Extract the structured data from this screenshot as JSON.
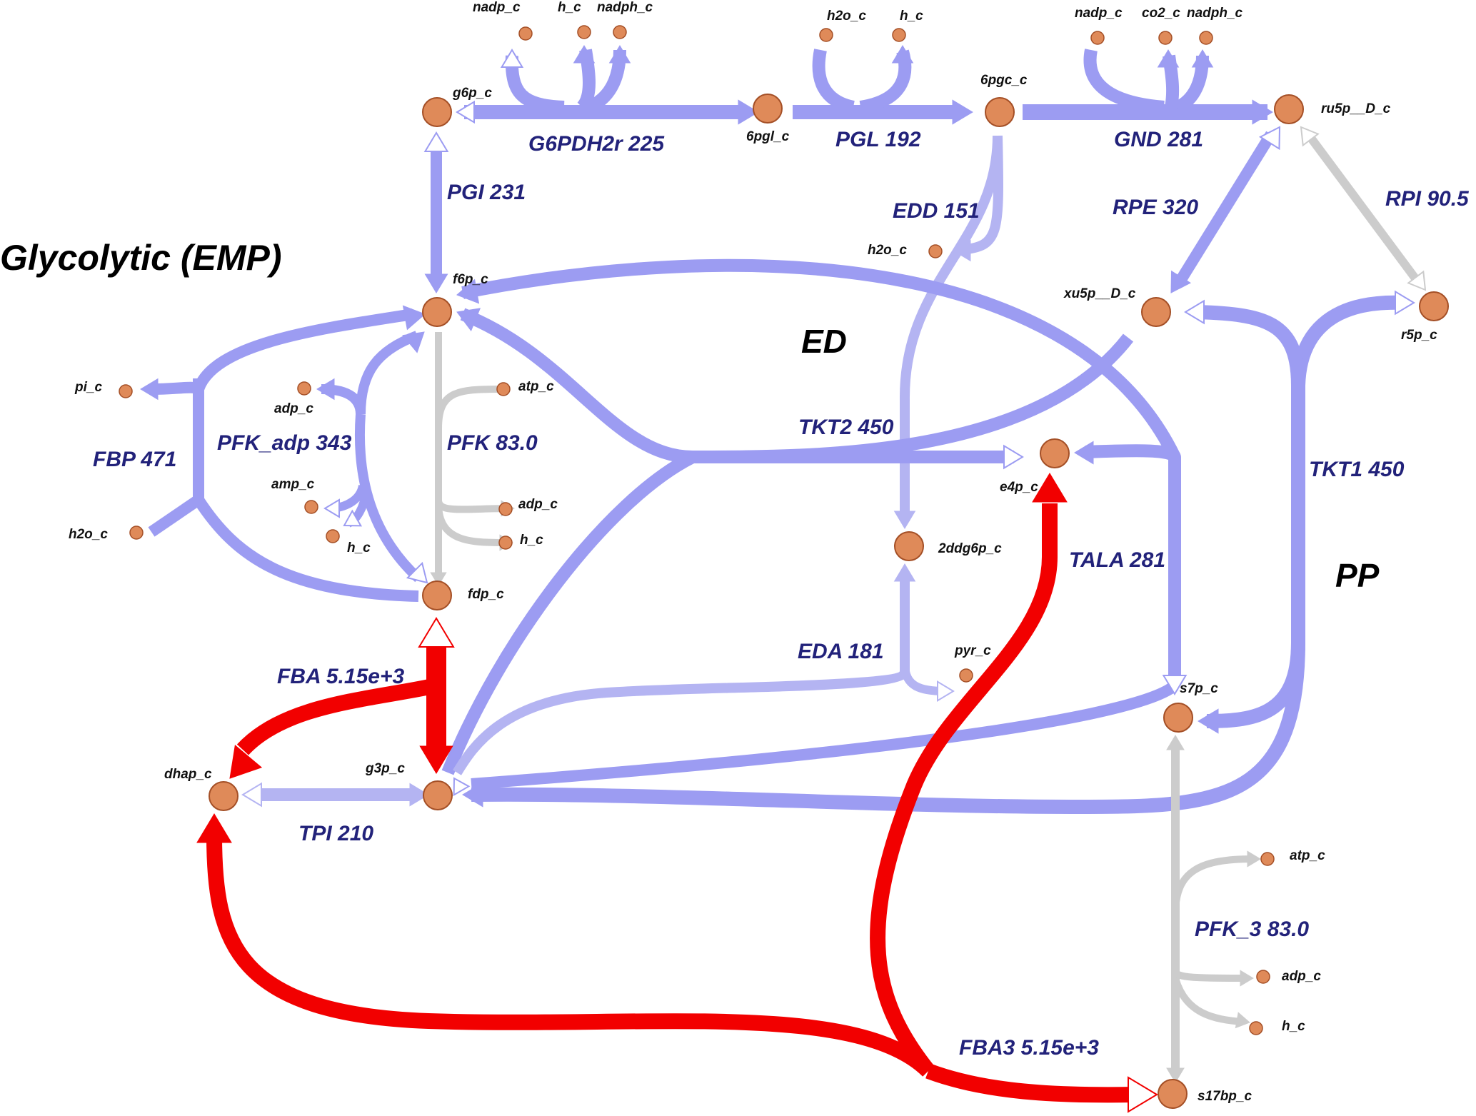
{
  "title": "Glycolytic (EMP)",
  "regions": [
    "ED",
    "PP"
  ],
  "colors": {
    "blue_flux": "#9c9cf2",
    "light_blue_flux": "#b4b4f2",
    "gray_flux": "#cccccc",
    "red_flux": "#f20000",
    "metabolite_fill": "#df8a59",
    "metabolite_stroke": "#a44f26",
    "reaction_label": "#22227a"
  },
  "reactions": [
    {
      "id": "G6PDH2r",
      "label": "G6PDH2r 225",
      "color": "blue"
    },
    {
      "id": "PGL",
      "label": "PGL 192",
      "color": "blue"
    },
    {
      "id": "GND",
      "label": "GND 281",
      "color": "blue"
    },
    {
      "id": "PGI",
      "label": "PGI 231",
      "color": "blue"
    },
    {
      "id": "EDD",
      "label": "EDD 151",
      "color": "light-blue"
    },
    {
      "id": "RPE",
      "label": "RPE 320",
      "color": "blue"
    },
    {
      "id": "RPI",
      "label": "RPI 90.5",
      "color": "gray"
    },
    {
      "id": "FBP",
      "label": "FBP 471",
      "color": "blue"
    },
    {
      "id": "PFK_adp",
      "label": "PFK_adp 343",
      "color": "blue"
    },
    {
      "id": "PFK",
      "label": "PFK 83.0",
      "color": "gray"
    },
    {
      "id": "TKT2",
      "label": "TKT2 450",
      "color": "blue"
    },
    {
      "id": "TKT1",
      "label": "TKT1 450",
      "color": "blue"
    },
    {
      "id": "TALA",
      "label": "TALA 281",
      "color": "blue"
    },
    {
      "id": "EDA",
      "label": "EDA 181",
      "color": "light-blue"
    },
    {
      "id": "FBA",
      "label": "FBA 5.15e+3",
      "color": "red"
    },
    {
      "id": "TPI",
      "label": "TPI 210",
      "color": "blue"
    },
    {
      "id": "PFK_3",
      "label": "PFK_3 83.0",
      "color": "gray"
    },
    {
      "id": "FBA3",
      "label": "FBA3 5.15e+3",
      "color": "red"
    }
  ],
  "metabolites": [
    "g6p_c",
    "6pgl_c",
    "6pgc_c",
    "ru5p__D_c",
    "f6p_c",
    "xu5p__D_c",
    "r5p_c",
    "e4p_c",
    "2ddg6p_c",
    "fdp_c",
    "s7p_c",
    "dhap_c",
    "g3p_c",
    "s17bp_c",
    "nadp_c",
    "h_c",
    "nadph_c",
    "h2o_c",
    "co2_c",
    "pi_c",
    "adp_c",
    "amp_c",
    "atp_c",
    "pyr_c"
  ]
}
